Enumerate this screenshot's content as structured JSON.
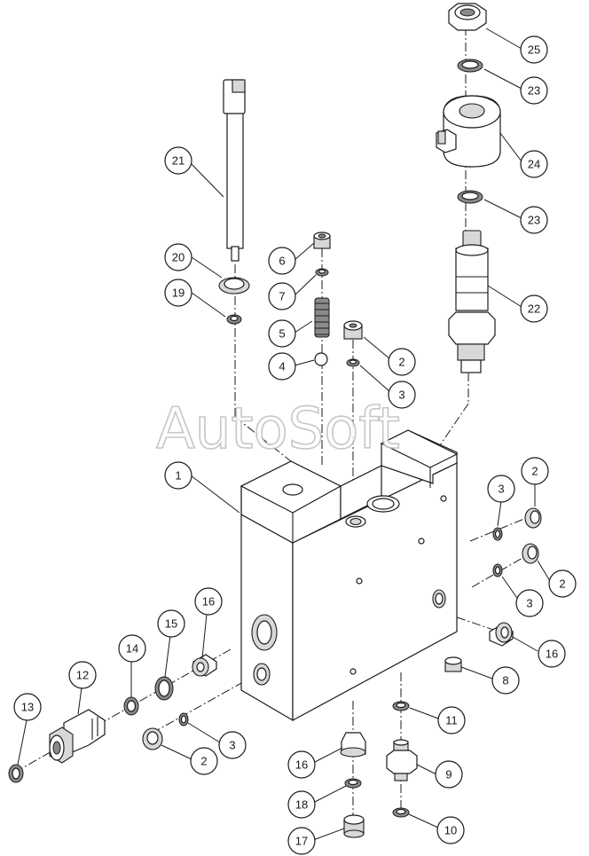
{
  "watermark": "AutoSoft",
  "callouts": [
    {
      "id": "c25",
      "label": "25"
    },
    {
      "id": "c23a",
      "label": "23"
    },
    {
      "id": "c24",
      "label": "24"
    },
    {
      "id": "c23b",
      "label": "23"
    },
    {
      "id": "c22",
      "label": "22"
    },
    {
      "id": "c21",
      "label": "21"
    },
    {
      "id": "c20",
      "label": "20"
    },
    {
      "id": "c19",
      "label": "19"
    },
    {
      "id": "c6",
      "label": "6"
    },
    {
      "id": "c7",
      "label": "7"
    },
    {
      "id": "c5",
      "label": "5"
    },
    {
      "id": "c4",
      "label": "4"
    },
    {
      "id": "c2a",
      "label": "2"
    },
    {
      "id": "c3a",
      "label": "3"
    },
    {
      "id": "c1",
      "label": "1"
    },
    {
      "id": "c3b",
      "label": "3"
    },
    {
      "id": "c2b",
      "label": "2"
    },
    {
      "id": "c2c",
      "label": "2"
    },
    {
      "id": "c3c",
      "label": "3"
    },
    {
      "id": "c16a",
      "label": "16"
    },
    {
      "id": "c8",
      "label": "8"
    },
    {
      "id": "c16b",
      "label": "16"
    },
    {
      "id": "c15",
      "label": "15"
    },
    {
      "id": "c14",
      "label": "14"
    },
    {
      "id": "c12",
      "label": "12"
    },
    {
      "id": "c13",
      "label": "13"
    },
    {
      "id": "c3d",
      "label": "3"
    },
    {
      "id": "c2d",
      "label": "2"
    },
    {
      "id": "c11",
      "label": "11"
    },
    {
      "id": "c16c",
      "label": "16"
    },
    {
      "id": "c9",
      "label": "9"
    },
    {
      "id": "c18",
      "label": "18"
    },
    {
      "id": "c17",
      "label": "17"
    },
    {
      "id": "c10",
      "label": "10"
    }
  ]
}
